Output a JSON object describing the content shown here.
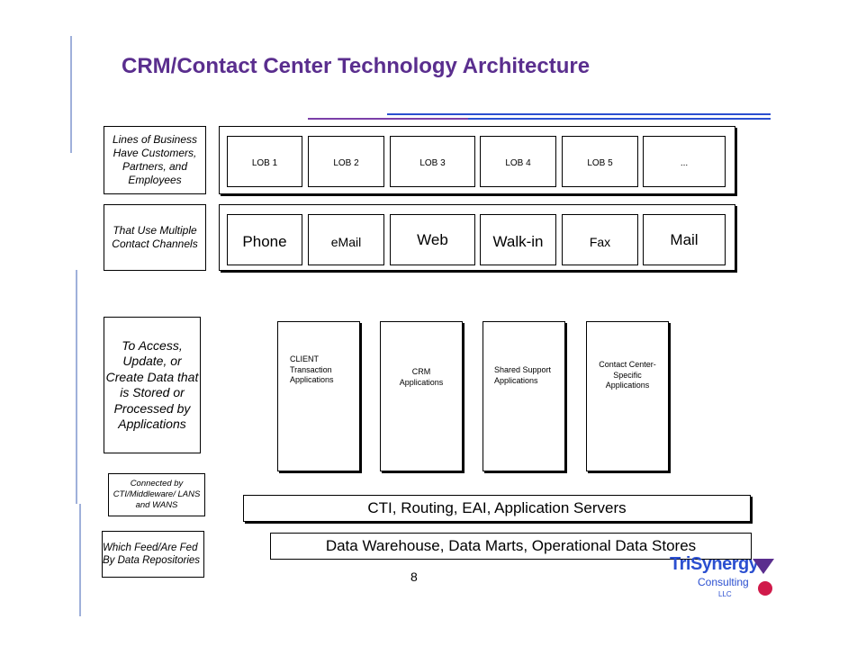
{
  "title": "CRM/Contact Center Technology Architecture",
  "colors": {
    "title": "#5a2e8e",
    "rule_purple": "#7b3fa8",
    "rule_blue": "#2b4fd0",
    "side_rule": "#9fb0da"
  },
  "rows": {
    "lob": {
      "label": "Lines of Business Have Customers, Partners, and Employees",
      "items": [
        "LOB 1",
        "LOB 2",
        "LOB 3",
        "LOB 4",
        "LOB 5",
        "..."
      ]
    },
    "channels": {
      "label": "That Use Multiple Contact Channels",
      "items": [
        "Phone",
        "eMail",
        "Web",
        "Walk-in",
        "Fax",
        "Mail"
      ]
    }
  },
  "access": {
    "label": "To Access, Update, or Create Data that is Stored or Processed by Applications",
    "apps": [
      "CLIENT Transaction Applications",
      "CRM Applications",
      "Shared Support Applications",
      "Contact Center-Specific Applications"
    ]
  },
  "connected": {
    "label": "Connected by CTI/Middleware/ LANS and WANS",
    "bar": "CTI, Routing, EAI, Application Servers"
  },
  "repositories": {
    "label": "Which Feed/Are Fed By Data Repositories",
    "bar": "Data Warehouse, Data Marts, Operational Data Stores"
  },
  "page_number": "8",
  "logo": {
    "name": "TriSynergy",
    "sub": "Consulting",
    "suffix": "LLC"
  }
}
